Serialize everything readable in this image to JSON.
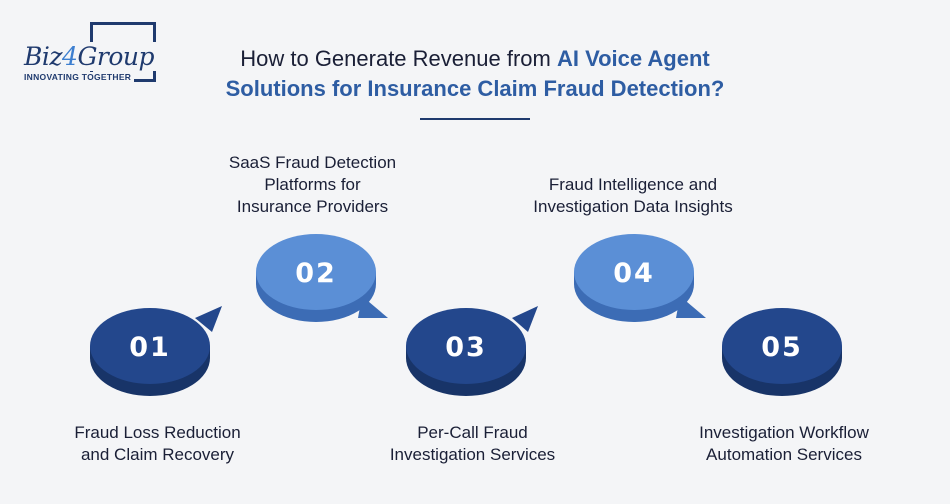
{
  "brand": {
    "name_part1": "Biz",
    "name_part2": "4",
    "name_part3": "Group",
    "tagline": "INNOVATING TOGETHER"
  },
  "title": {
    "line1_plain": "How to Generate Revenue from ",
    "line1_highlight": "AI Voice Agent",
    "line2_highlight": "Solutions for Insurance Claim Fraud Detection?"
  },
  "steps": [
    {
      "number": "01",
      "label_line1": "Fraud Loss Reduction",
      "label_line2": "and Claim Recovery"
    },
    {
      "number": "02",
      "label_line1": "SaaS Fraud Detection",
      "label_line2": "Platforms for",
      "label_line3": "Insurance Providers"
    },
    {
      "number": "03",
      "label_line1": "Per-Call Fraud",
      "label_line2": "Investigation Services"
    },
    {
      "number": "04",
      "label_line1": "Fraud Intelligence and",
      "label_line2": "Investigation Data Insights"
    },
    {
      "number": "05",
      "label_line1": "Investigation Workflow",
      "label_line2": "Automation Services"
    }
  ],
  "colors": {
    "dark_blue": "#23478c",
    "dark_blue_side": "#183468",
    "light_blue": "#5b8fd6",
    "light_blue_side": "#3c6cb5",
    "title_highlight": "#2e5da3"
  }
}
